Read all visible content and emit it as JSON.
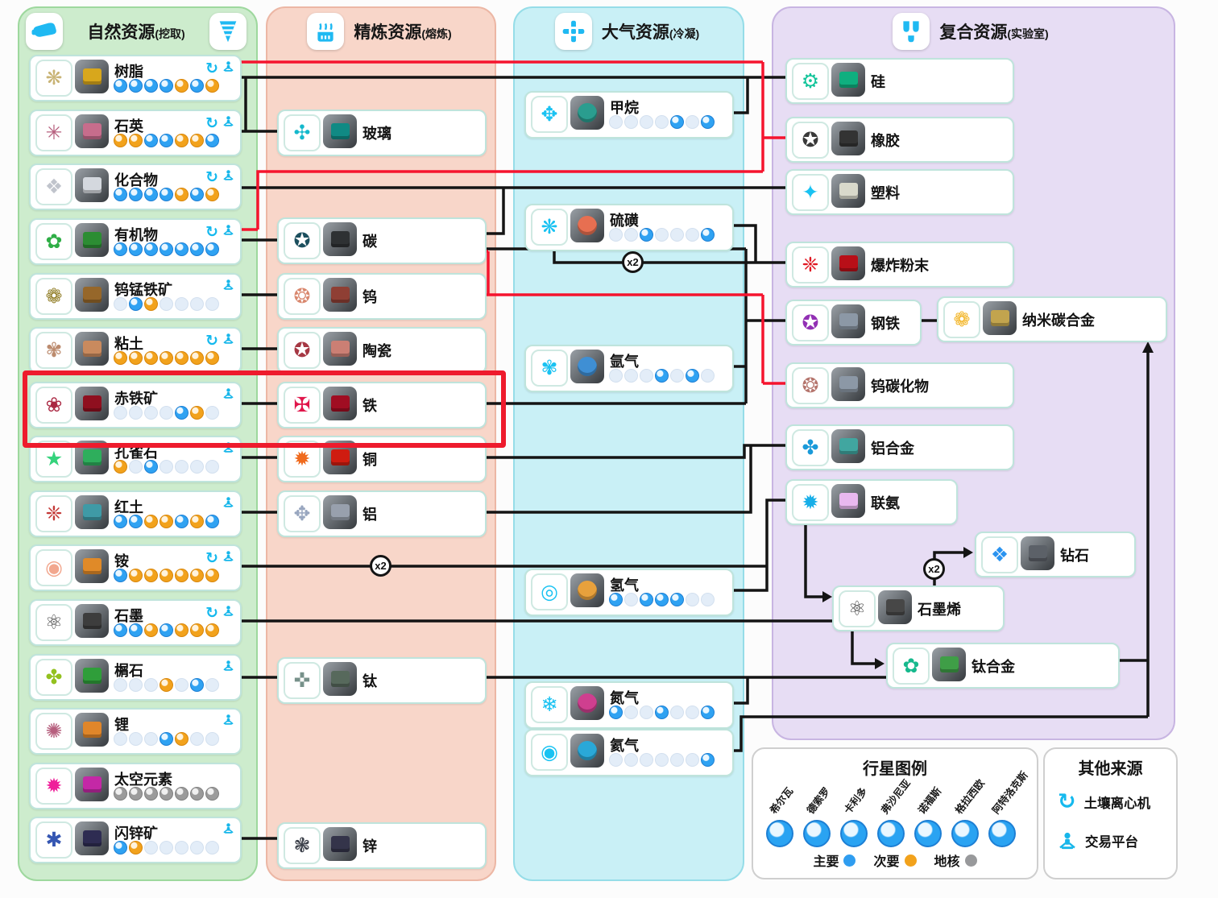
{
  "columns": {
    "natural": {
      "title": "自然资源",
      "subtitle": "(挖取)",
      "items": [
        {
          "name": "树脂",
          "glyph": "❋",
          "glyph_color": "#c9b476",
          "cube": "#d8a71c",
          "dots": "BBBBOBO",
          "centrifuge": true,
          "trade": true
        },
        {
          "name": "石英",
          "glyph": "✳",
          "glyph_color": "#b65f7e",
          "cube": "#c76d8c",
          "dots": "OOBBOOB",
          "centrifuge": true,
          "trade": true
        },
        {
          "name": "化合物",
          "glyph": "❖",
          "glyph_color": "#c0c4cc",
          "cube": "#d4d8de",
          "dots": "BBBBOBO",
          "centrifuge": true,
          "trade": true
        },
        {
          "name": "有机物",
          "glyph": "✿",
          "glyph_color": "#2fae46",
          "cube": "#2c8d33",
          "dots": "BBBBBBB",
          "centrifuge": true,
          "trade": true
        },
        {
          "name": "钨锰铁矿",
          "glyph": "❁",
          "glyph_color": "#8f7b22",
          "cube": "#96672a",
          "dots": "NBONNNN",
          "centrifuge": false,
          "trade": true
        },
        {
          "name": "粘土",
          "glyph": "✾",
          "glyph_color": "#bc8b6e",
          "cube": "#c98a5e",
          "dots": "OOOOOOO",
          "centrifuge": true,
          "trade": true
        },
        {
          "name": "赤铁矿",
          "glyph": "❀",
          "glyph_color": "#aa2742",
          "cube": "#8f0f1f",
          "dots": "NNNNBON",
          "centrifuge": false,
          "trade": true
        },
        {
          "name": "孔雀石",
          "glyph": "★",
          "glyph_color": "#35d37c",
          "cube": "#2eae5c",
          "dots": "ONBNNNN",
          "centrifuge": false,
          "trade": true
        },
        {
          "name": "红土",
          "glyph": "❈",
          "glyph_color": "#c43a38",
          "cube": "#3f9aa6",
          "dots": "BBOOBOB",
          "centrifuge": false,
          "trade": true
        },
        {
          "name": "铵",
          "glyph": "◉",
          "glyph_color": "#f2a78e",
          "cube": "#e08a28",
          "dots": "BOOOOOO",
          "centrifuge": true,
          "trade": true
        },
        {
          "name": "石墨",
          "glyph": "⚛",
          "glyph_color": "#4a4a4a",
          "cube": "#3d3d3d",
          "dots": "BBOBOOO",
          "centrifuge": true,
          "trade": true
        },
        {
          "name": "榍石",
          "glyph": "✤",
          "glyph_color": "#93c11f",
          "cube": "#2f9e3a",
          "dots": "NNNONBN",
          "centrifuge": false,
          "trade": true
        },
        {
          "name": "锂",
          "glyph": "✺",
          "glyph_color": "#b65f7e",
          "cube": "#e0862a",
          "dots": "NNNBONN",
          "centrifuge": false,
          "trade": true
        },
        {
          "name": "太空元素",
          "glyph": "✹",
          "glyph_color": "#ef1f9a",
          "cube": "#c428a6",
          "dots": "CCCCCCC",
          "centrifuge": false,
          "trade": false
        },
        {
          "name": "闪锌矿",
          "glyph": "✱",
          "glyph_color": "#3556b2",
          "cube": "#2e2c52",
          "dots": "BONNNNN",
          "centrifuge": false,
          "trade": true
        }
      ]
    },
    "refined": {
      "title": "精炼资源",
      "subtitle": "(熔炼)",
      "items": [
        {
          "name": "玻璃",
          "glyph": "✣",
          "glyph_color": "#14b8cc",
          "cube": "#108a84"
        },
        {
          "name": "碳",
          "glyph": "✪",
          "glyph_color": "#1c4f5e",
          "cube": "#2e3133"
        },
        {
          "name": "钨",
          "glyph": "❂",
          "glyph_color": "#d9886f",
          "cube": "#8f3f34"
        },
        {
          "name": "陶瓷",
          "glyph": "✪",
          "glyph_color": "#a63844",
          "cube": "#cb7f74"
        },
        {
          "name": "铁",
          "glyph": "✠",
          "glyph_color": "#e0154a",
          "cube": "#a00d22"
        },
        {
          "name": "铜",
          "glyph": "✹",
          "glyph_color": "#f06a1d",
          "cube": "#cf1c10"
        },
        {
          "name": "铝",
          "glyph": "✥",
          "glyph_color": "#98a6bf",
          "cube": "#98a0ad"
        },
        {
          "name": "钛",
          "glyph": "✜",
          "glyph_color": "#77918a",
          "cube": "#57695c"
        },
        {
          "name": "锌",
          "glyph": "❃",
          "glyph_color": "#3b3f49",
          "cube": "#34344a"
        }
      ]
    },
    "atmospheric": {
      "title": "大气资源",
      "subtitle": "(冷凝)",
      "items": [
        {
          "name": "甲烷",
          "glyph": "✥",
          "glyph_color": "#19c2f2",
          "cube": "#2a9d8f",
          "dots": "NNNNBNB"
        },
        {
          "name": "硫磺",
          "glyph": "❋",
          "glyph_color": "#19c2f2",
          "cube": "#e76f51",
          "dots": "NNBNNNB"
        },
        {
          "name": "氩气",
          "glyph": "✾",
          "glyph_color": "#19c2f2",
          "cube": "#3f8fd4",
          "dots": "NNNBNBN"
        },
        {
          "name": "氢气",
          "glyph": "◎",
          "glyph_color": "#19c2f2",
          "cube": "#e8a13c",
          "dots": "BNBBBNN"
        },
        {
          "name": "氮气",
          "glyph": "❄",
          "glyph_color": "#19c2f2",
          "cube": "#cf3f8f",
          "dots": "BNNBNNB"
        },
        {
          "name": "氦气",
          "glyph": "◉",
          "glyph_color": "#19c2f2",
          "cube": "#2aa8d8",
          "dots": "NNNNNNB"
        }
      ]
    },
    "composite": {
      "title": "复合资源",
      "subtitle": "(实验室)",
      "items": [
        {
          "name": "硅",
          "glyph": "⚙",
          "glyph_color": "#12c49a",
          "cube": "#0faf7f"
        },
        {
          "name": "橡胶",
          "glyph": "✪",
          "glyph_color": "#3a3a3a",
          "cube": "#333333"
        },
        {
          "name": "塑料",
          "glyph": "✦",
          "glyph_color": "#19c2f2",
          "cube": "#d9d9cb"
        },
        {
          "name": "爆炸粉末",
          "glyph": "❈",
          "glyph_color": "#e01823",
          "cube": "#b80f18"
        },
        {
          "name": "钢铁",
          "glyph": "✪",
          "glyph_color": "#9230b4",
          "cube": "#8c98a6"
        },
        {
          "name": "纳米碳合金",
          "glyph": "❁",
          "glyph_color": "#f2b21e",
          "cube": "#c2a44e"
        },
        {
          "name": "钨碳化物",
          "glyph": "❂",
          "glyph_color": "#b5756d",
          "cube": "#8c98a6"
        },
        {
          "name": "铝合金",
          "glyph": "✤",
          "glyph_color": "#1a9ad9",
          "cube": "#41a6a0"
        },
        {
          "name": "联氨",
          "glyph": "✹",
          "glyph_color": "#17aee8",
          "cube": "#e9b8ef"
        },
        {
          "name": "钻石",
          "glyph": "❖",
          "glyph_color": "#2a93f0",
          "cube": "#5c6168"
        },
        {
          "name": "石墨烯",
          "glyph": "⚛",
          "glyph_color": "#3d3d3d",
          "cube": "#474747"
        },
        {
          "name": "钛合金",
          "glyph": "✿",
          "glyph_color": "#16b98d",
          "cube": "#3f9e47"
        }
      ]
    }
  },
  "icons": {
    "centrifuge_glyph": "↻"
  },
  "markers": [
    {
      "label": "x2",
      "on": "铵→联氨"
    },
    {
      "label": "x2",
      "on": "碳→爆炸粉末"
    },
    {
      "label": "x2",
      "on": "石墨烯→钻石"
    }
  ],
  "legend": {
    "title": "行星图例",
    "planets": [
      "希尔瓦",
      "德索罗",
      "卡利多",
      "弗沙尼亚",
      "诺福斯",
      "格拉西欧",
      "阿特洛克斯"
    ],
    "levels": [
      {
        "label": "主要",
        "color": "#2f9df0"
      },
      {
        "label": "次要",
        "color": "#f2a21c"
      },
      {
        "label": "地核",
        "color": "#98999b"
      }
    ]
  },
  "other_sources": {
    "title": "其他来源",
    "entries": [
      {
        "label": "土壤离心机",
        "icon": "soil-centrifuge-icon"
      },
      {
        "label": "交易平台",
        "icon": "trade-platform-icon"
      }
    ]
  },
  "connections": [
    {
      "from": "树脂",
      "to": "硅"
    },
    {
      "from": "石英",
      "to": "硅"
    },
    {
      "from": "甲烷",
      "to": "硅"
    },
    {
      "from": "树脂",
      "to": "橡胶",
      "color": "red"
    },
    {
      "from": "有机物",
      "to": "橡胶",
      "color": "red"
    },
    {
      "from": "石英",
      "to": "玻璃"
    },
    {
      "from": "有机物",
      "to": "碳"
    },
    {
      "from": "化合物",
      "to": "塑料"
    },
    {
      "from": "碳",
      "to": "塑料"
    },
    {
      "from": "碳",
      "to": "爆炸粉末",
      "multiplier": "x2"
    },
    {
      "from": "硫磺",
      "to": "爆炸粉末"
    },
    {
      "from": "碳",
      "to": "钢铁"
    },
    {
      "from": "铁",
      "to": "钢铁"
    },
    {
      "from": "氩气",
      "to": "钢铁"
    },
    {
      "from": "钨锰铁矿",
      "to": "钨"
    },
    {
      "from": "粘土",
      "to": "陶瓷"
    },
    {
      "from": "赤铁矿",
      "to": "铁"
    },
    {
      "from": "孔雀石",
      "to": "铜"
    },
    {
      "from": "红土",
      "to": "铝"
    },
    {
      "from": "碳",
      "to": "钨碳化物",
      "color": "red"
    },
    {
      "from": "钨",
      "to": "钨碳化物",
      "color": "red"
    },
    {
      "from": "铜",
      "to": "铝合金"
    },
    {
      "from": "铝",
      "to": "铝合金"
    },
    {
      "from": "铵",
      "to": "联氨",
      "multiplier": "x2"
    },
    {
      "from": "氢气",
      "to": "联氨"
    },
    {
      "from": "石墨",
      "to": "石墨烯"
    },
    {
      "from": "联氨",
      "to": "石墨烯"
    },
    {
      "from": "石墨烯",
      "to": "钻石",
      "multiplier": "x2"
    },
    {
      "from": "榍石",
      "to": "钛"
    },
    {
      "from": "钛",
      "to": "钛合金"
    },
    {
      "from": "石墨烯",
      "to": "钛合金"
    },
    {
      "from": "氮气",
      "to": "钛合金"
    },
    {
      "from": "钢铁",
      "to": "纳米碳合金"
    },
    {
      "from": "钛合金",
      "to": "纳米碳合金"
    },
    {
      "from": "氦气",
      "to": "纳米碳合金"
    },
    {
      "from": "闪锌矿",
      "to": "锌"
    }
  ]
}
